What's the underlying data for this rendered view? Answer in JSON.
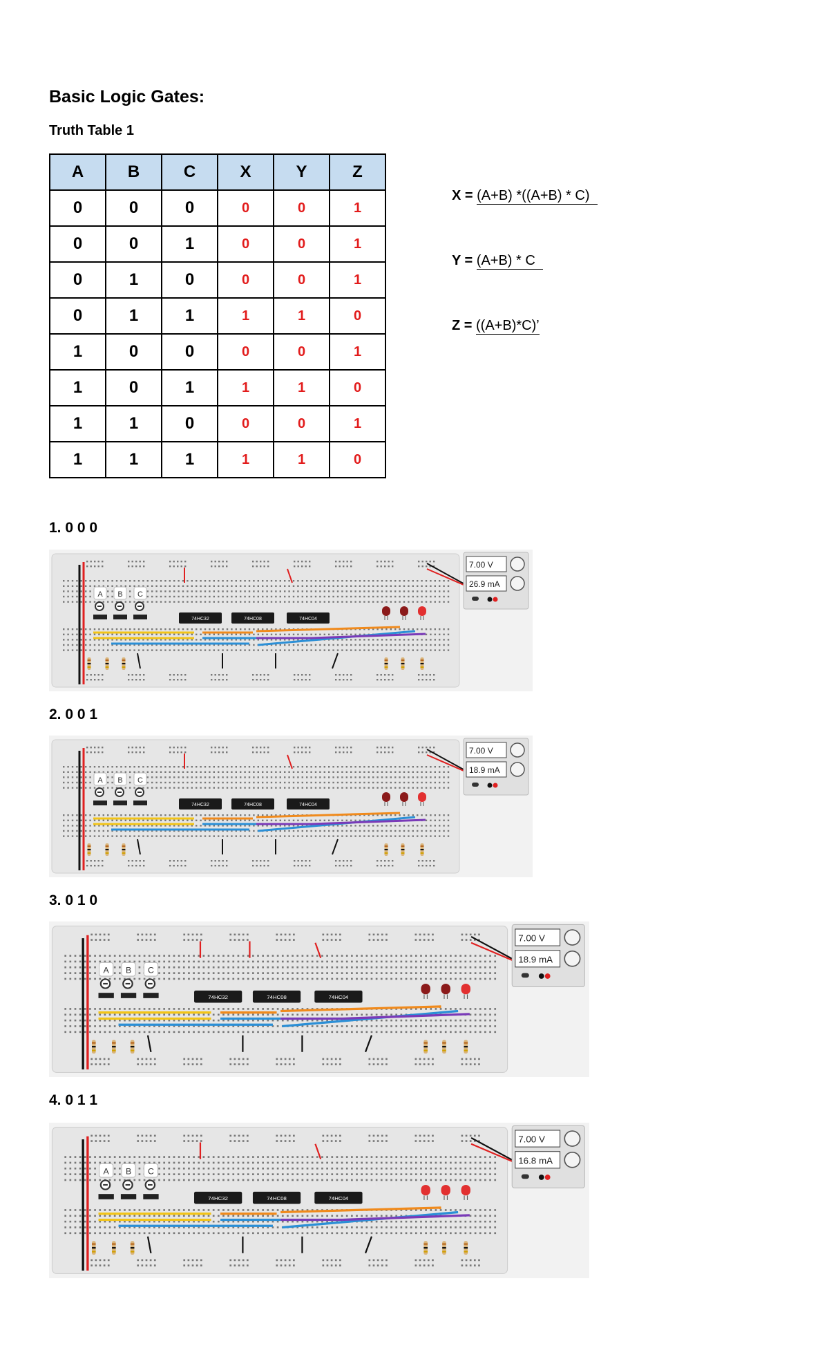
{
  "page": {
    "title": "Basic Logic Gates:",
    "subtitle": "Truth Table 1"
  },
  "truth_table": {
    "headers": [
      "A",
      "B",
      "C",
      "X",
      "Y",
      "Z"
    ],
    "rows": [
      [
        "0",
        "0",
        "0",
        "0",
        "0",
        "1"
      ],
      [
        "0",
        "0",
        "1",
        "0",
        "0",
        "1"
      ],
      [
        "0",
        "1",
        "0",
        "0",
        "0",
        "1"
      ],
      [
        "0",
        "1",
        "1",
        "1",
        "1",
        "0"
      ],
      [
        "1",
        "0",
        "0",
        "0",
        "0",
        "1"
      ],
      [
        "1",
        "0",
        "1",
        "1",
        "1",
        "0"
      ],
      [
        "1",
        "1",
        "0",
        "0",
        "0",
        "1"
      ],
      [
        "1",
        "1",
        "1",
        "1",
        "1",
        "0"
      ]
    ]
  },
  "equations": [
    {
      "lhs": "X = ",
      "rhs": "(A+B) *((A+B) * C)"
    },
    {
      "lhs": "Y = ",
      "rhs": "(A+B) * C"
    },
    {
      "lhs": "Z = ",
      "rhs": "((A+B)*C)’"
    }
  ],
  "cases": [
    {
      "label": "1. 0 0 0",
      "voltage": "7.00 V",
      "current": "26.9 mA",
      "leds_on": [
        false,
        false,
        true
      ]
    },
    {
      "label": "2. 0 0 1",
      "voltage": "7.00 V",
      "current": "18.9 mA",
      "leds_on": [
        false,
        false,
        true
      ]
    },
    {
      "label": "3. 0 1 0",
      "voltage": "7.00 V",
      "current": "18.9 mA",
      "leds_on": [
        false,
        false,
        true
      ]
    },
    {
      "label": "4. 0 1 1",
      "voltage": "7.00 V",
      "current": "16.8 mA",
      "leds_on": [
        true,
        true,
        true
      ]
    }
  ],
  "breadboard": {
    "switch_labels": [
      "A",
      "B",
      "C"
    ],
    "chips": [
      "74HC32",
      "74HC08",
      "74HC04"
    ]
  },
  "colors": {
    "header_fill": "#c6dcf0",
    "output_text": "#e21b1b",
    "board": "#e6e6e6",
    "panel_bg": "#f2f2f2",
    "wire_yellow": "#f2c418",
    "wire_blue": "#2b8fd6",
    "wire_orange": "#f08a1c",
    "wire_purple": "#7a3ab8",
    "wire_red": "#e02020",
    "led_off": "#8b1a1a",
    "led_on": "#e23030"
  }
}
